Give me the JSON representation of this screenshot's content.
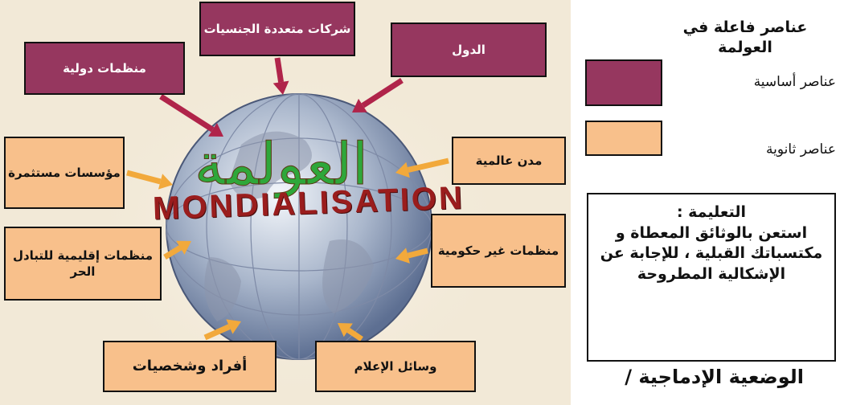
{
  "diagram": {
    "globe_title": "العولمة",
    "globe_banner": "MONDIALISATION",
    "primary_nodes": {
      "intl_orgs": "منظمات دولية",
      "multinationals": "شركات متعددة الجنسيات",
      "states": "الدول"
    },
    "secondary_nodes": {
      "investors": "مؤسسات مستثمرة",
      "global_cities": "مدن عالمية",
      "free_trade": "منظمات إقليمية للتبادل الحر",
      "ngos": "منظمات غير حكومية",
      "individuals": "أفراد وشخصيات",
      "media": "وسائل الإعلام"
    },
    "colors": {
      "primary": "#96375f",
      "secondary": "#f8c08b",
      "arrow_primary": "#b0244a",
      "arrow_secondary": "#f2a93b"
    }
  },
  "legend": {
    "title": "عناصر فاعلة في العولمة",
    "primary_label": "عناصر أساسية",
    "secondary_label": "عناصر ثانوية"
  },
  "instruction": {
    "heading": "التعليمة :",
    "body": "استعن بالوثائق المعطاة و مكتسباتك القبلية ، للإجابة عن الإشكالية المطروحة"
  },
  "footer_title": "الوضعية الإدماجية /"
}
